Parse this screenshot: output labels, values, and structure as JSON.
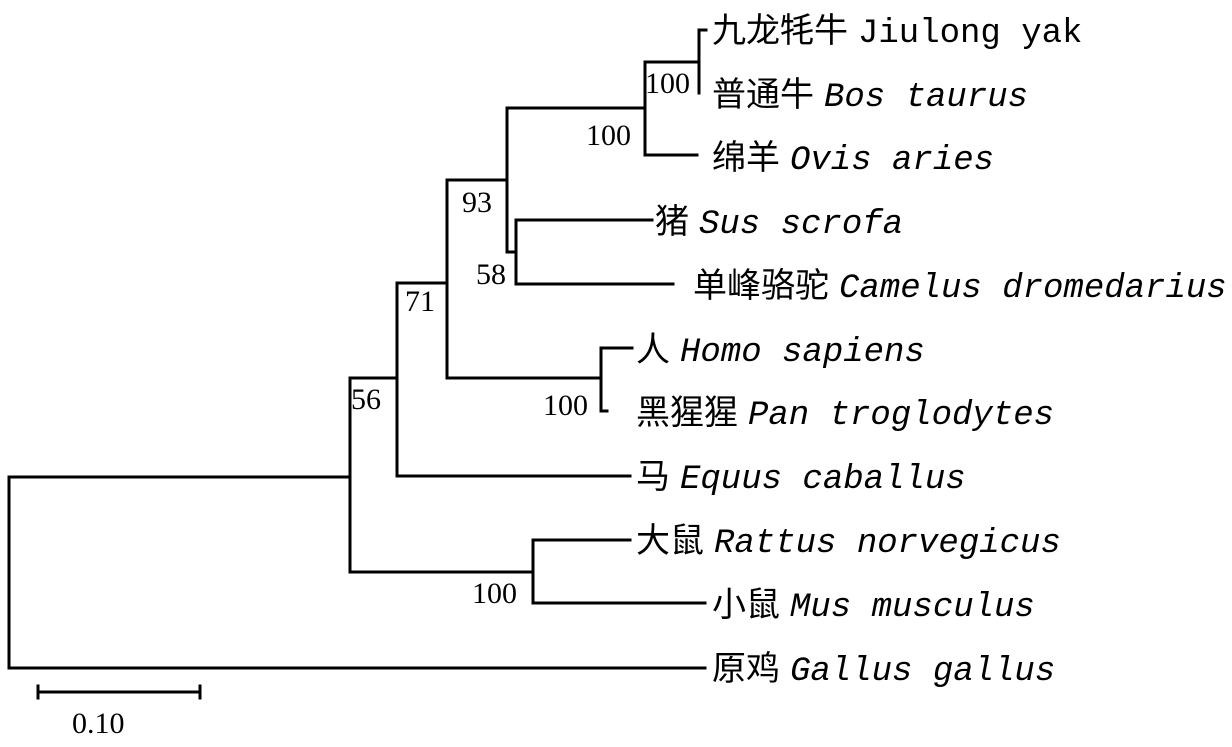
{
  "tree": {
    "taxa": [
      {
        "zh": "九龙牦牛",
        "latin": "Jiulong yak",
        "italic": false
      },
      {
        "zh": "普通牛",
        "latin": "Bos taurus",
        "italic": true
      },
      {
        "zh": "绵羊",
        "latin": "Ovis aries",
        "italic": true
      },
      {
        "zh": "猪",
        "latin": "Sus scrofa",
        "italic": true
      },
      {
        "zh": "单峰骆驼",
        "latin": "Camelus dromedarius",
        "italic": true
      },
      {
        "zh": "人",
        "latin": "Homo sapiens",
        "italic": true
      },
      {
        "zh": "黑猩猩",
        "latin": "Pan troglodytes",
        "italic": true
      },
      {
        "zh": "马",
        "latin": "Equus caballus",
        "italic": true
      },
      {
        "zh": "大鼠",
        "latin": "Rattus norvegicus",
        "italic": true
      },
      {
        "zh": "小鼠",
        "latin": "Mus musculus",
        "italic": true
      },
      {
        "zh": "原鸡",
        "latin": "Gallus gallus",
        "italic": true
      }
    ],
    "support_values": {
      "yak_bos": "100",
      "bovids_sheep": "100",
      "ruminant_pig_camel": "93",
      "pig_camel": "58",
      "artio_primate": "71",
      "primates": "100",
      "with_horse": "56",
      "rodents": "100"
    },
    "scale_bar": {
      "label": "0.10",
      "value": 0.1
    }
  }
}
